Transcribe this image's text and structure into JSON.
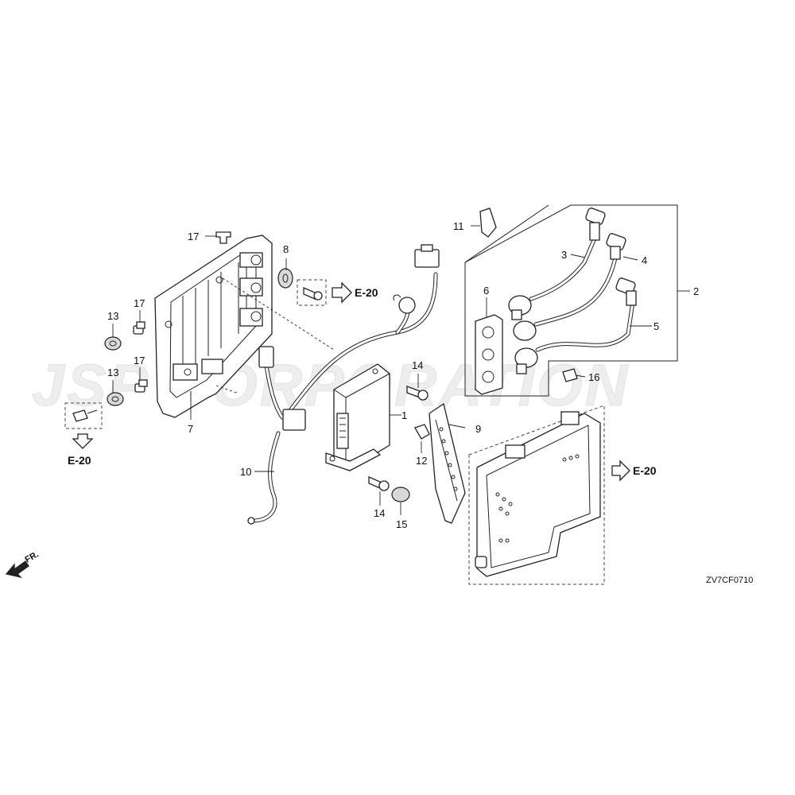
{
  "watermark": "JSP CORPORATION",
  "diagram_code": "ZV7CF0710",
  "front_marker": "FR.",
  "references": [
    "E-20",
    "E-20",
    "E-20"
  ],
  "callouts": [
    {
      "id": "c1",
      "label": "1"
    },
    {
      "id": "c2",
      "label": "2"
    },
    {
      "id": "c3",
      "label": "3"
    },
    {
      "id": "c4",
      "label": "4"
    },
    {
      "id": "c5",
      "label": "5"
    },
    {
      "id": "c6",
      "label": "6"
    },
    {
      "id": "c7",
      "label": "7"
    },
    {
      "id": "c8",
      "label": "8"
    },
    {
      "id": "c9",
      "label": "9"
    },
    {
      "id": "c10",
      "label": "10"
    },
    {
      "id": "c11",
      "label": "11"
    },
    {
      "id": "c12",
      "label": "12"
    },
    {
      "id": "c13a",
      "label": "13"
    },
    {
      "id": "c13b",
      "label": "13"
    },
    {
      "id": "c14a",
      "label": "14"
    },
    {
      "id": "c14b",
      "label": "14"
    },
    {
      "id": "c15",
      "label": "15"
    },
    {
      "id": "c16",
      "label": "16"
    },
    {
      "id": "c17a",
      "label": "17"
    },
    {
      "id": "c17b",
      "label": "17"
    },
    {
      "id": "c17c",
      "label": "17"
    }
  ]
}
